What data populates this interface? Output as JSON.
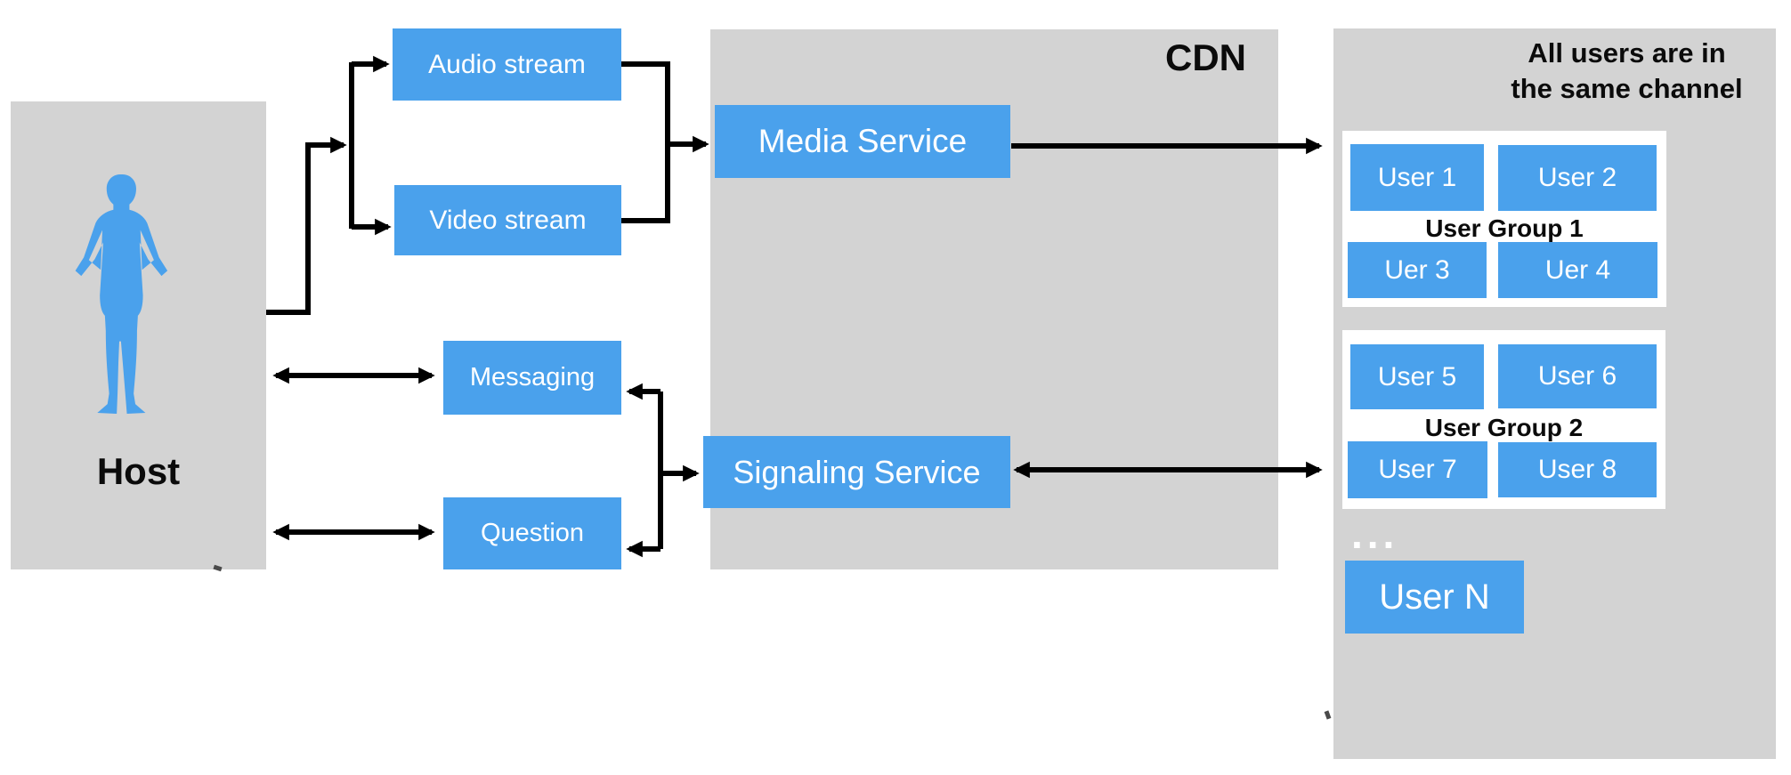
{
  "palette": {
    "accent": "#4aa1ec",
    "panel_gray": "#d3d3d3",
    "line_black": "#000000",
    "box_text": "#ffffff"
  },
  "host": {
    "label": "Host"
  },
  "streams": {
    "audio": "Audio stream",
    "video": "Video stream"
  },
  "controls": {
    "messaging": "Messaging",
    "question": "Question"
  },
  "cdn": {
    "label": "CDN",
    "media_service": "Media Service",
    "signaling_service": "Signaling Service"
  },
  "channel": {
    "note_line1": "All users are in",
    "note_line2": "the same channel",
    "groups": [
      {
        "title": "User Group 1",
        "users": [
          "User 1",
          "User 2",
          "Uer 3",
          "Uer 4"
        ]
      },
      {
        "title": "User Group 2",
        "users": [
          "User 5",
          "User 6",
          "User 7",
          "User 8"
        ]
      }
    ],
    "ellipsis": "...",
    "user_n": "User N"
  }
}
